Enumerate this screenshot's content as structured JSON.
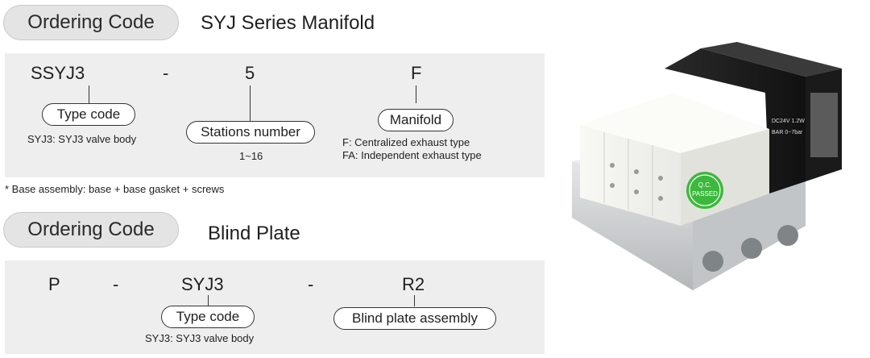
{
  "section1": {
    "header": "Ordering Code",
    "title": "SYJ Series Manifold",
    "codes": [
      "SSYJ3",
      "-",
      "5",
      "F"
    ],
    "labels": {
      "type_code": "Type code",
      "stations": "Stations number",
      "manifold": "Manifold"
    },
    "descriptions": {
      "type_code": "SYJ3: SYJ3 valve body",
      "stations": "1~16",
      "manifold_f": "F: Centralized exhaust type",
      "manifold_fa": "FA: Independent exhaust type"
    },
    "note": "* Base assembly: base + base gasket + screws"
  },
  "section2": {
    "header": "Ordering Code",
    "title": "Blind Plate",
    "codes": [
      "P",
      "-",
      "SYJ3",
      "-",
      "R2"
    ],
    "labels": {
      "type_code": "Type code",
      "blind_plate": "Blind plate assembly"
    },
    "descriptions": {
      "type_code": "SYJ3: SYJ3 valve body"
    }
  },
  "product_image": {
    "badge_line1": "Q.C.",
    "badge_line2": "PASSED",
    "solenoid_text1": "DC24V 1.2W",
    "solenoid_text2": "BAR 0~7bar",
    "colors": {
      "body": "#f2f2ee",
      "solenoid": "#1c1c1c",
      "base": "#c9cbcc",
      "badge": "#3cb83c"
    }
  }
}
